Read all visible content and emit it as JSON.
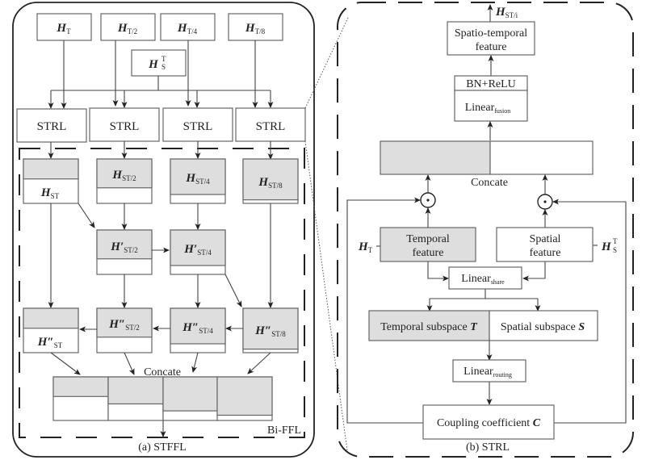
{
  "panel_a": {
    "caption": "(a) STFFL",
    "inner_label": "Bi-FFL",
    "inputs": [
      {
        "main": "H",
        "sub": "T"
      },
      {
        "main": "H",
        "sub": "T/2"
      },
      {
        "main": "H",
        "sub": "T/4"
      },
      {
        "main": "H",
        "sub": "T/8"
      }
    ],
    "spatial_input": {
      "main": "H",
      "sub": "S",
      "sup": "T"
    },
    "strl_label": "STRL",
    "row1": [
      {
        "main": "H",
        "sub": "ST",
        "gray_fraction": 0.45
      },
      {
        "main": "H",
        "sub": "ST/2",
        "gray_fraction": 0.65
      },
      {
        "main": "H",
        "sub": "ST/4",
        "gray_fraction": 0.8
      },
      {
        "main": "H",
        "sub": "ST/8",
        "gray_fraction": 0.92
      }
    ],
    "row2": [
      {
        "main": "H′",
        "sub": "ST/2",
        "gray_fraction": 0.65
      },
      {
        "main": "H′",
        "sub": "ST/4",
        "gray_fraction": 0.8
      }
    ],
    "row3": [
      {
        "main": "H″",
        "sub": "ST",
        "gray_fraction": 0.45
      },
      {
        "main": "H″",
        "sub": "ST/2",
        "gray_fraction": 0.65
      },
      {
        "main": "H″",
        "sub": "ST/4",
        "gray_fraction": 0.8
      },
      {
        "main": "H″",
        "sub": "ST/8",
        "gray_fraction": 0.92
      }
    ],
    "concat_label": "Concate",
    "concat_gray_fractions": [
      0.45,
      0.62,
      0.78,
      0.88
    ]
  },
  "panel_b": {
    "caption": "(b) STRL",
    "output": {
      "main": "H",
      "sub": "ST/i"
    },
    "st_feature": [
      "Spatio-temporal",
      "feature"
    ],
    "bn_relu": "BN+ReLU",
    "linear_fusion": {
      "main": "Linear",
      "sub": "fusion"
    },
    "concat_label": "Concate",
    "hadamard_symbol": "·",
    "temporal_feature": [
      "Temporal",
      "feature"
    ],
    "spatial_feature": [
      "Spatial",
      "feature"
    ],
    "temporal_input": {
      "main": "H",
      "sub": "T"
    },
    "spatial_input": {
      "main": "H",
      "sub": "S",
      "sup": "T"
    },
    "linear_share": {
      "main": "Linear",
      "sub": "share"
    },
    "temporal_subspace": {
      "text": "Temporal subspace ",
      "var": "T"
    },
    "spatial_subspace": {
      "text": "Spatial subspace ",
      "var": "S"
    },
    "linear_routing": {
      "main": "Linear",
      "sub": "routing"
    },
    "coupling": {
      "text": "Coupling coefficient ",
      "var": "C"
    }
  },
  "colors": {
    "gray_fill": "#dedede",
    "stroke": "#666666"
  }
}
